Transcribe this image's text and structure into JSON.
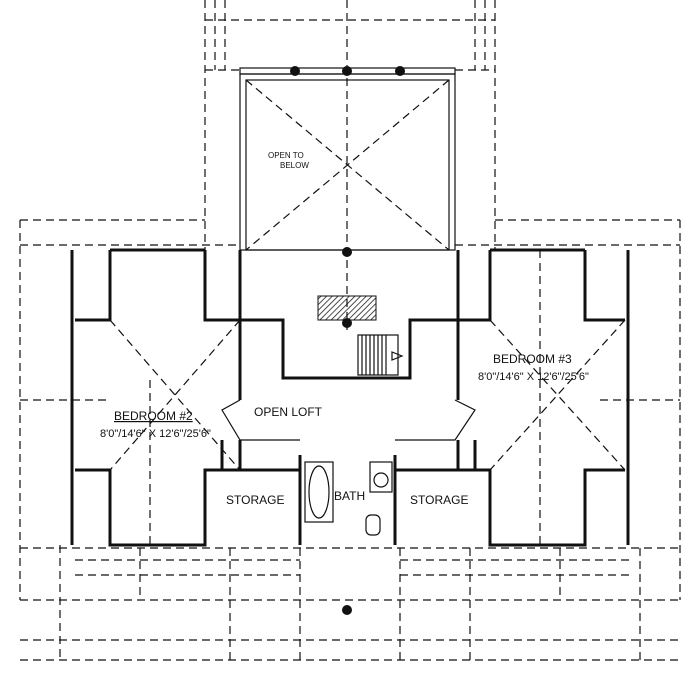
{
  "plan": {
    "porch": {
      "line1": "OPEN TO",
      "line2": "BELOW"
    },
    "bedroom2": {
      "name": "BEDROOM #2",
      "dims": "8'0\"/14'6\" X 12'6\"/25'6\""
    },
    "bedroom3": {
      "name": "BEDROOM #3",
      "dims": "8'0\"/14'6\" X 12'6\"/25'6\""
    },
    "loft": "OPEN LOFT",
    "storage_left": "STORAGE",
    "bath": "BATH",
    "storage_right": "STORAGE"
  }
}
